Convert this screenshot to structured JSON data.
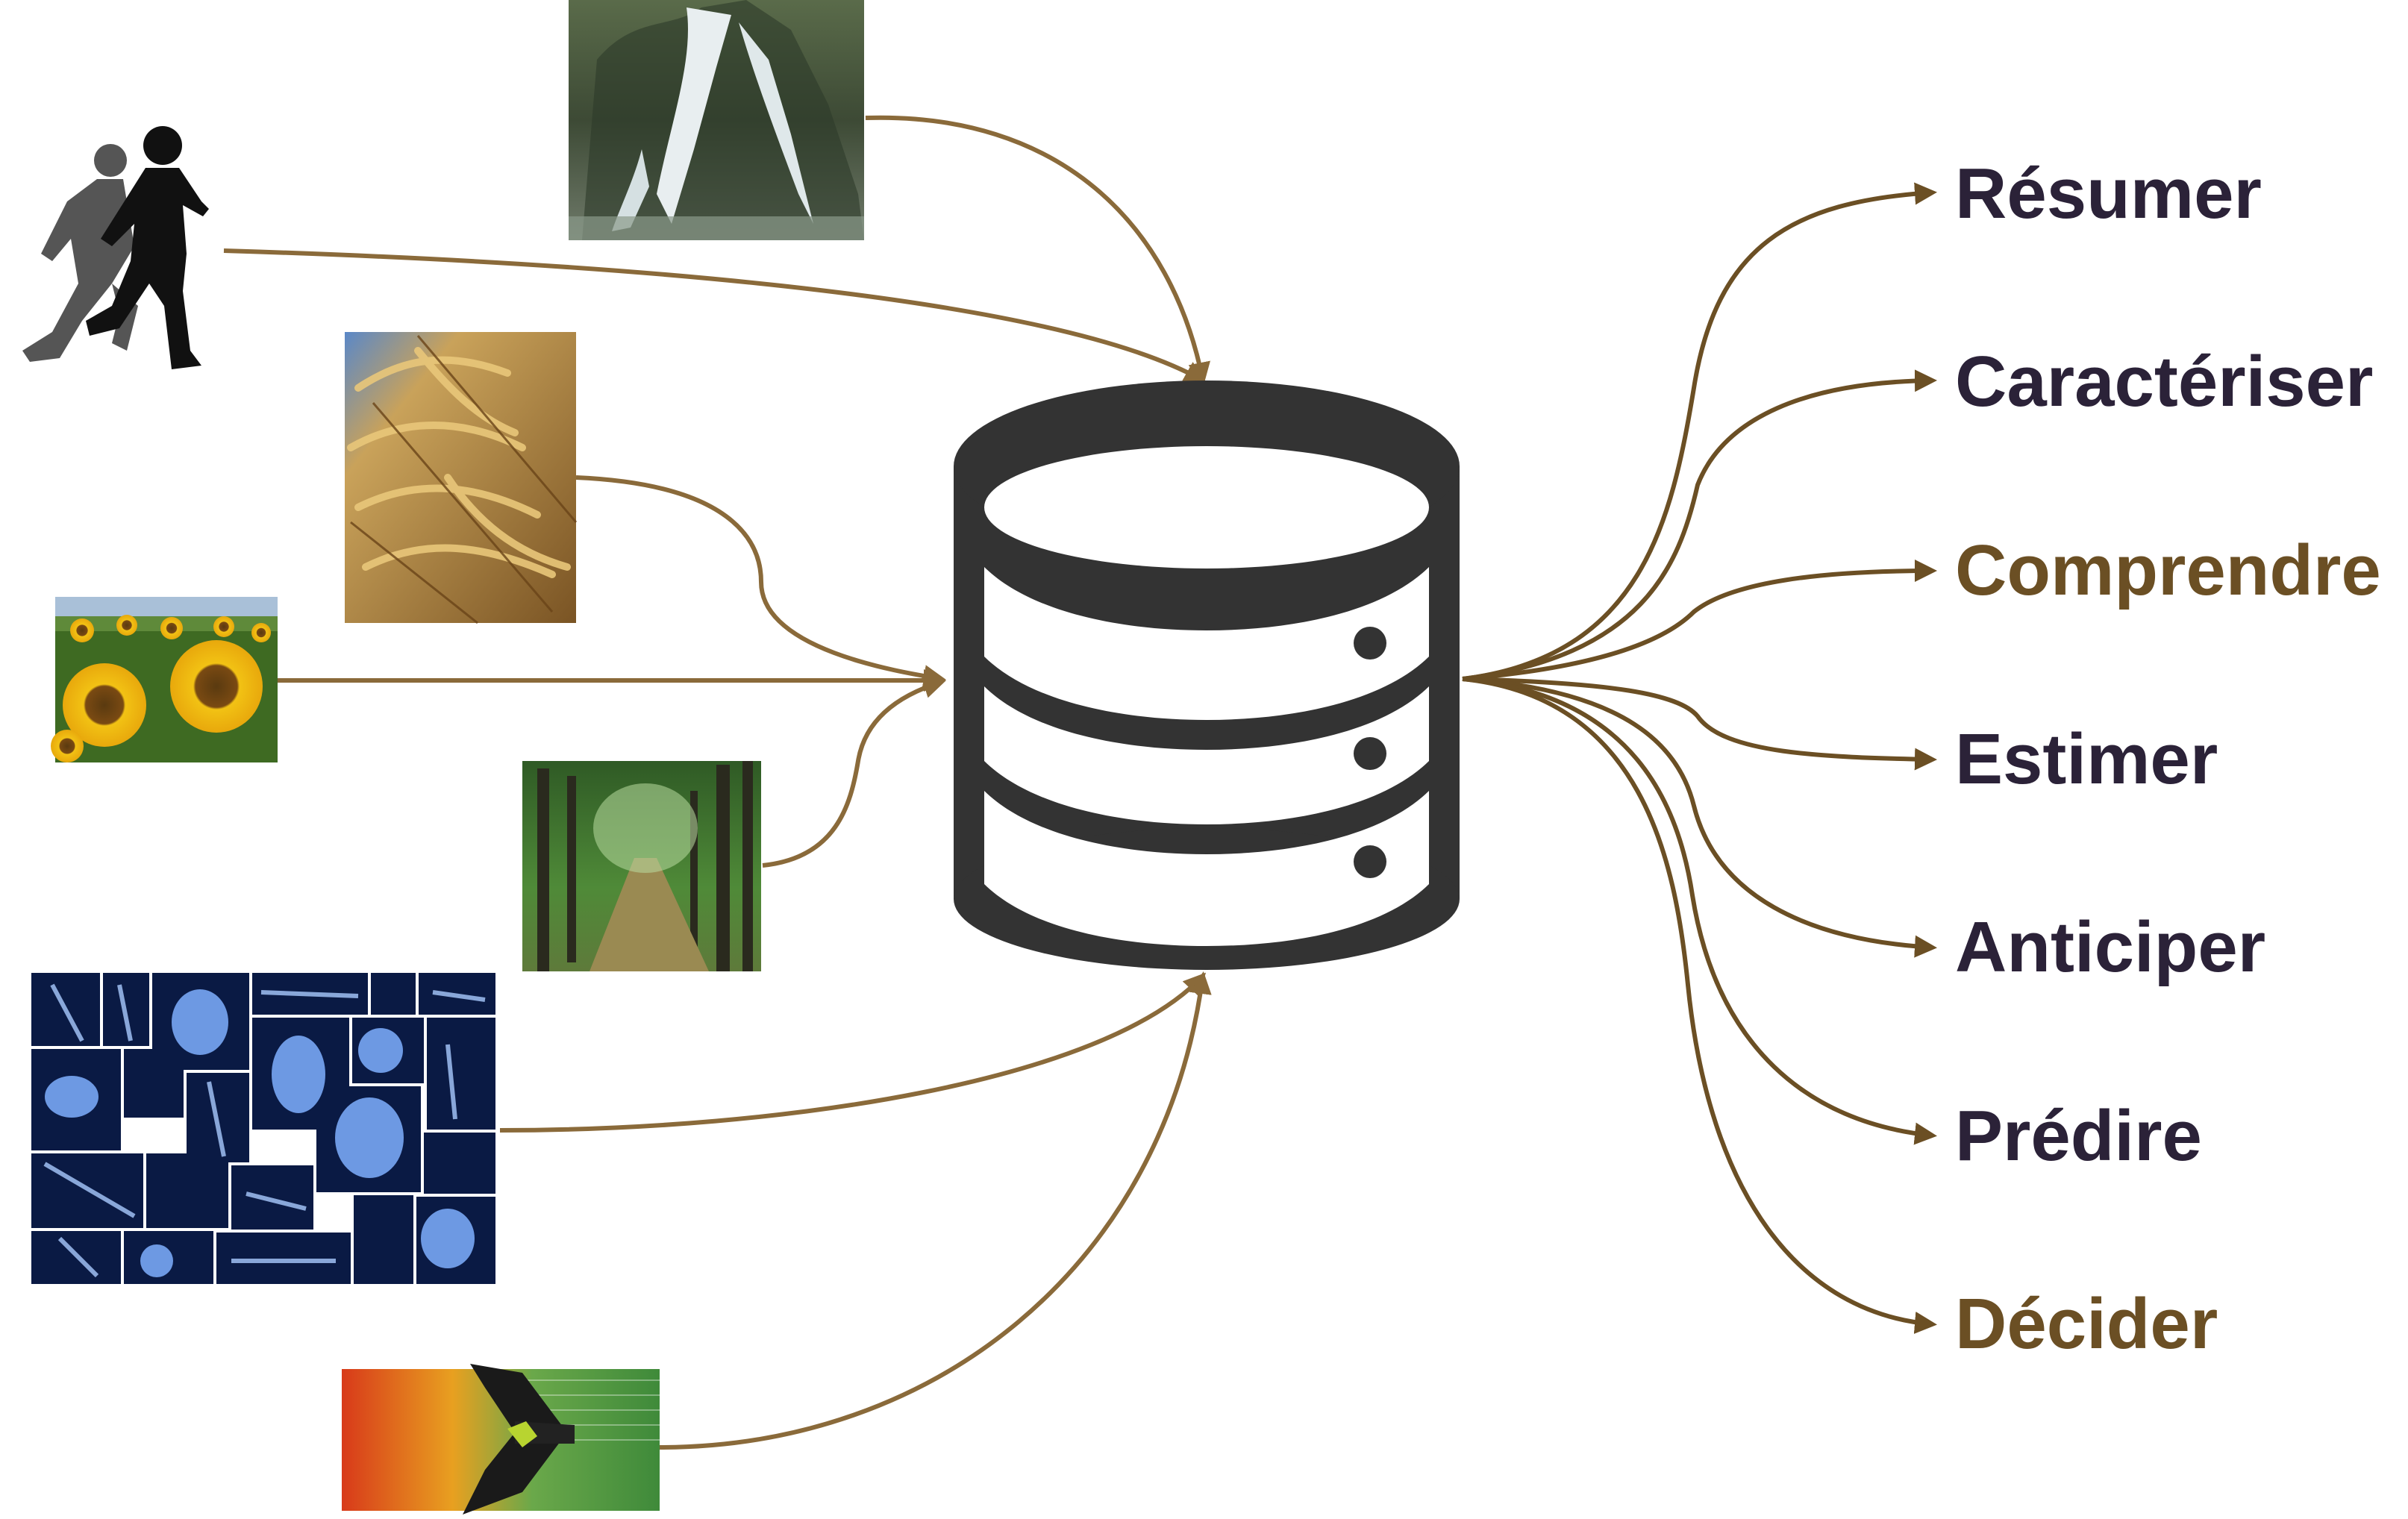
{
  "colors": {
    "arrow": "#8a6a3a",
    "db": "#333333",
    "label_dark": "#2b2238",
    "label_brown": "#6b4f24"
  },
  "center": {
    "icon": "database-icon"
  },
  "sources": [
    {
      "name": "runners-image",
      "icon": "runners-silhouette"
    },
    {
      "name": "waterfall-image",
      "icon": "waterfall-photo"
    },
    {
      "name": "wheat-image",
      "icon": "wheat-photo"
    },
    {
      "name": "sunflowers-image",
      "icon": "sunflower-photo"
    },
    {
      "name": "forest-path-image",
      "icon": "forest-photo"
    },
    {
      "name": "xray-collage-image",
      "icon": "xray-photo"
    },
    {
      "name": "drone-map-image",
      "icon": "drone-photo"
    }
  ],
  "outputs": [
    {
      "text": "Résumer",
      "color": "#2b2238"
    },
    {
      "text": "Caractériser",
      "color": "#2b2238"
    },
    {
      "text": "Comprendre",
      "color": "#6b4f24"
    },
    {
      "text": "Estimer",
      "color": "#2b2238"
    },
    {
      "text": "Anticiper",
      "color": "#2b2238"
    },
    {
      "text": "Prédire",
      "color": "#2b2238"
    },
    {
      "text": "Décider",
      "color": "#6b4f24"
    }
  ]
}
